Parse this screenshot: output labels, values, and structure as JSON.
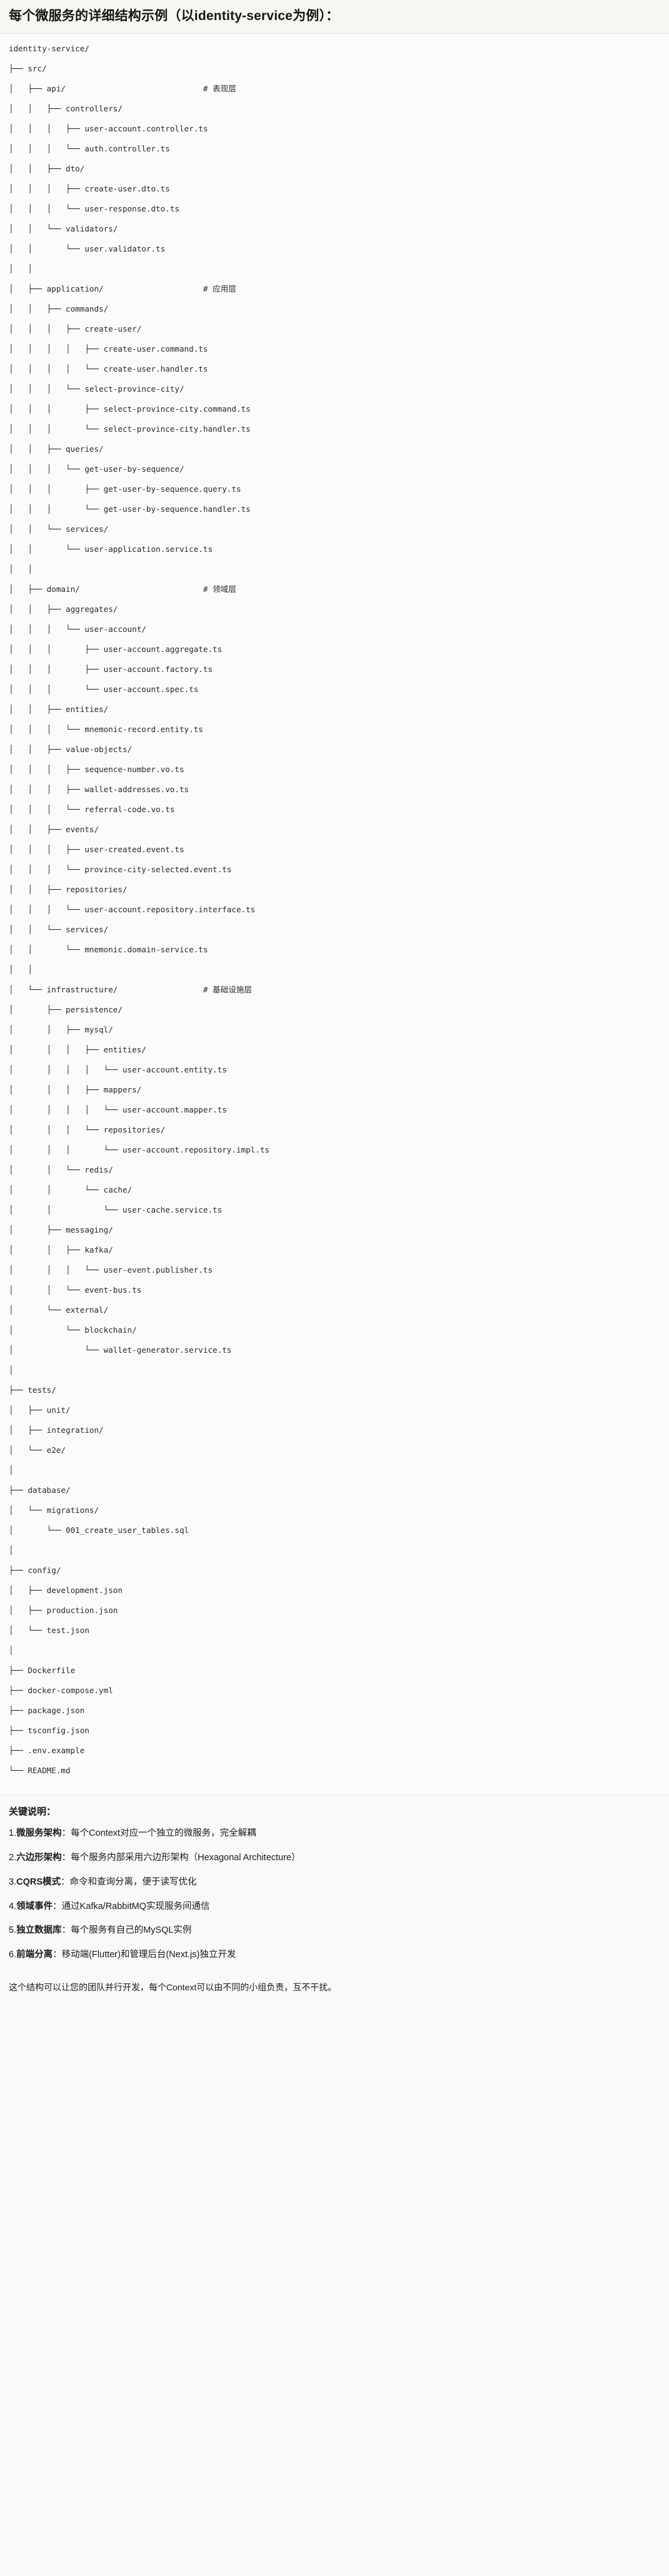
{
  "header": {
    "title": "每个微服务的详细结构示例（以identity-service为例）："
  },
  "tree": {
    "lines": [
      {
        "text": "identity-service/",
        "comment": ""
      },
      {
        "text": "├── src/",
        "comment": ""
      },
      {
        "text": "│   ├── api/",
        "comment": "# 表现层"
      },
      {
        "text": "│   │   ├── controllers/",
        "comment": ""
      },
      {
        "text": "│   │   │   ├── user-account.controller.ts",
        "comment": ""
      },
      {
        "text": "│   │   │   └── auth.controller.ts",
        "comment": ""
      },
      {
        "text": "│   │   ├── dto/",
        "comment": ""
      },
      {
        "text": "│   │   │   ├── create-user.dto.ts",
        "comment": ""
      },
      {
        "text": "│   │   │   └── user-response.dto.ts",
        "comment": ""
      },
      {
        "text": "│   │   └── validators/",
        "comment": ""
      },
      {
        "text": "│   │       └── user.validator.ts",
        "comment": ""
      },
      {
        "text": "│   │",
        "comment": ""
      },
      {
        "text": "│   ├── application/",
        "comment": "# 应用层"
      },
      {
        "text": "│   │   ├── commands/",
        "comment": ""
      },
      {
        "text": "│   │   │   ├── create-user/",
        "comment": ""
      },
      {
        "text": "│   │   │   │   ├── create-user.command.ts",
        "comment": ""
      },
      {
        "text": "│   │   │   │   └── create-user.handler.ts",
        "comment": ""
      },
      {
        "text": "│   │   │   └── select-province-city/",
        "comment": ""
      },
      {
        "text": "│   │   │       ├── select-province-city.command.ts",
        "comment": ""
      },
      {
        "text": "│   │   │       └── select-province-city.handler.ts",
        "comment": ""
      },
      {
        "text": "│   │   ├── queries/",
        "comment": ""
      },
      {
        "text": "│   │   │   └── get-user-by-sequence/",
        "comment": ""
      },
      {
        "text": "│   │   │       ├── get-user-by-sequence.query.ts",
        "comment": ""
      },
      {
        "text": "│   │   │       └── get-user-by-sequence.handler.ts",
        "comment": ""
      },
      {
        "text": "│   │   └── services/",
        "comment": ""
      },
      {
        "text": "│   │       └── user-application.service.ts",
        "comment": ""
      },
      {
        "text": "│   │",
        "comment": ""
      },
      {
        "text": "│   ├── domain/",
        "comment": "# 领域层"
      },
      {
        "text": "│   │   ├── aggregates/",
        "comment": ""
      },
      {
        "text": "│   │   │   └── user-account/",
        "comment": ""
      },
      {
        "text": "│   │   │       ├── user-account.aggregate.ts",
        "comment": ""
      },
      {
        "text": "│   │   │       ├── user-account.factory.ts",
        "comment": ""
      },
      {
        "text": "│   │   │       └── user-account.spec.ts",
        "comment": ""
      },
      {
        "text": "│   │   ├── entities/",
        "comment": ""
      },
      {
        "text": "│   │   │   └── mnemonic-record.entity.ts",
        "comment": ""
      },
      {
        "text": "│   │   ├── value-objects/",
        "comment": ""
      },
      {
        "text": "│   │   │   ├── sequence-number.vo.ts",
        "comment": ""
      },
      {
        "text": "│   │   │   ├── wallet-addresses.vo.ts",
        "comment": ""
      },
      {
        "text": "│   │   │   └── referral-code.vo.ts",
        "comment": ""
      },
      {
        "text": "│   │   ├── events/",
        "comment": ""
      },
      {
        "text": "│   │   │   ├── user-created.event.ts",
        "comment": ""
      },
      {
        "text": "│   │   │   └── province-city-selected.event.ts",
        "comment": ""
      },
      {
        "text": "│   │   ├── repositories/",
        "comment": ""
      },
      {
        "text": "│   │   │   └── user-account.repository.interface.ts",
        "comment": ""
      },
      {
        "text": "│   │   └── services/",
        "comment": ""
      },
      {
        "text": "│   │       └── mnemonic.domain-service.ts",
        "comment": ""
      },
      {
        "text": "│   │",
        "comment": ""
      },
      {
        "text": "│   └── infrastructure/",
        "comment": "# 基础设施层"
      },
      {
        "text": "│       ├── persistence/",
        "comment": ""
      },
      {
        "text": "│       │   ├── mysql/",
        "comment": ""
      },
      {
        "text": "│       │   │   ├── entities/",
        "comment": ""
      },
      {
        "text": "│       │   │   │   └── user-account.entity.ts",
        "comment": ""
      },
      {
        "text": "│       │   │   ├── mappers/",
        "comment": ""
      },
      {
        "text": "│       │   │   │   └── user-account.mapper.ts",
        "comment": ""
      },
      {
        "text": "│       │   │   └── repositories/",
        "comment": ""
      },
      {
        "text": "│       │   │       └── user-account.repository.impl.ts",
        "comment": ""
      },
      {
        "text": "│       │   └── redis/",
        "comment": ""
      },
      {
        "text": "│       │       └── cache/",
        "comment": ""
      },
      {
        "text": "│       │           └── user-cache.service.ts",
        "comment": ""
      },
      {
        "text": "│       ├── messaging/",
        "comment": ""
      },
      {
        "text": "│       │   ├── kafka/",
        "comment": ""
      },
      {
        "text": "│       │   │   └── user-event.publisher.ts",
        "comment": ""
      },
      {
        "text": "│       │   └── event-bus.ts",
        "comment": ""
      },
      {
        "text": "│       └── external/",
        "comment": ""
      },
      {
        "text": "│           └── blockchain/",
        "comment": ""
      },
      {
        "text": "│               └── wallet-generator.service.ts",
        "comment": ""
      },
      {
        "text": "│",
        "comment": ""
      },
      {
        "text": "├── tests/",
        "comment": ""
      },
      {
        "text": "│   ├── unit/",
        "comment": ""
      },
      {
        "text": "│   ├── integration/",
        "comment": ""
      },
      {
        "text": "│   └── e2e/",
        "comment": ""
      },
      {
        "text": "│",
        "comment": ""
      },
      {
        "text": "├── database/",
        "comment": ""
      },
      {
        "text": "│   └── migrations/",
        "comment": ""
      },
      {
        "text": "│       └── 001_create_user_tables.sql",
        "comment": ""
      },
      {
        "text": "│",
        "comment": ""
      },
      {
        "text": "├── config/",
        "comment": ""
      },
      {
        "text": "│   ├── development.json",
        "comment": ""
      },
      {
        "text": "│   ├── production.json",
        "comment": ""
      },
      {
        "text": "│   └── test.json",
        "comment": ""
      },
      {
        "text": "│",
        "comment": ""
      },
      {
        "text": "├── Dockerfile",
        "comment": ""
      },
      {
        "text": "├── docker-compose.yml",
        "comment": ""
      },
      {
        "text": "├── package.json",
        "comment": ""
      },
      {
        "text": "├── tsconfig.json",
        "comment": ""
      },
      {
        "text": "├── .env.example",
        "comment": ""
      },
      {
        "text": "└── README.md",
        "comment": ""
      }
    ]
  },
  "notes": {
    "heading": "关键说明：",
    "items": [
      {
        "num": "1.",
        "term": "微服务架构",
        "sep": "：",
        "desc": "每个Context对应一个独立的微服务，完全解耦"
      },
      {
        "num": "2.",
        "term": "六边形架构",
        "sep": "：",
        "desc": "每个服务内部采用六边形架构（Hexagonal Architecture）"
      },
      {
        "num": "3.",
        "term": "CQRS模式",
        "sep": "：",
        "desc": "命令和查询分离，便于读写优化"
      },
      {
        "num": "4.",
        "term": "领域事件",
        "sep": "：",
        "desc": "通过Kafka/RabbitMQ实现服务间通信"
      },
      {
        "num": "5.",
        "term": "独立数据库",
        "sep": "：",
        "desc": "每个服务有自己的MySQL实例"
      },
      {
        "num": "6.",
        "term": "前端分离",
        "sep": "：",
        "desc": "移动端(Flutter)和管理后台(Next.js)独立开发"
      }
    ],
    "closing": "这个结构可以让您的团队并行开发，每个Context可以由不同的小组负责，互不干扰。"
  }
}
